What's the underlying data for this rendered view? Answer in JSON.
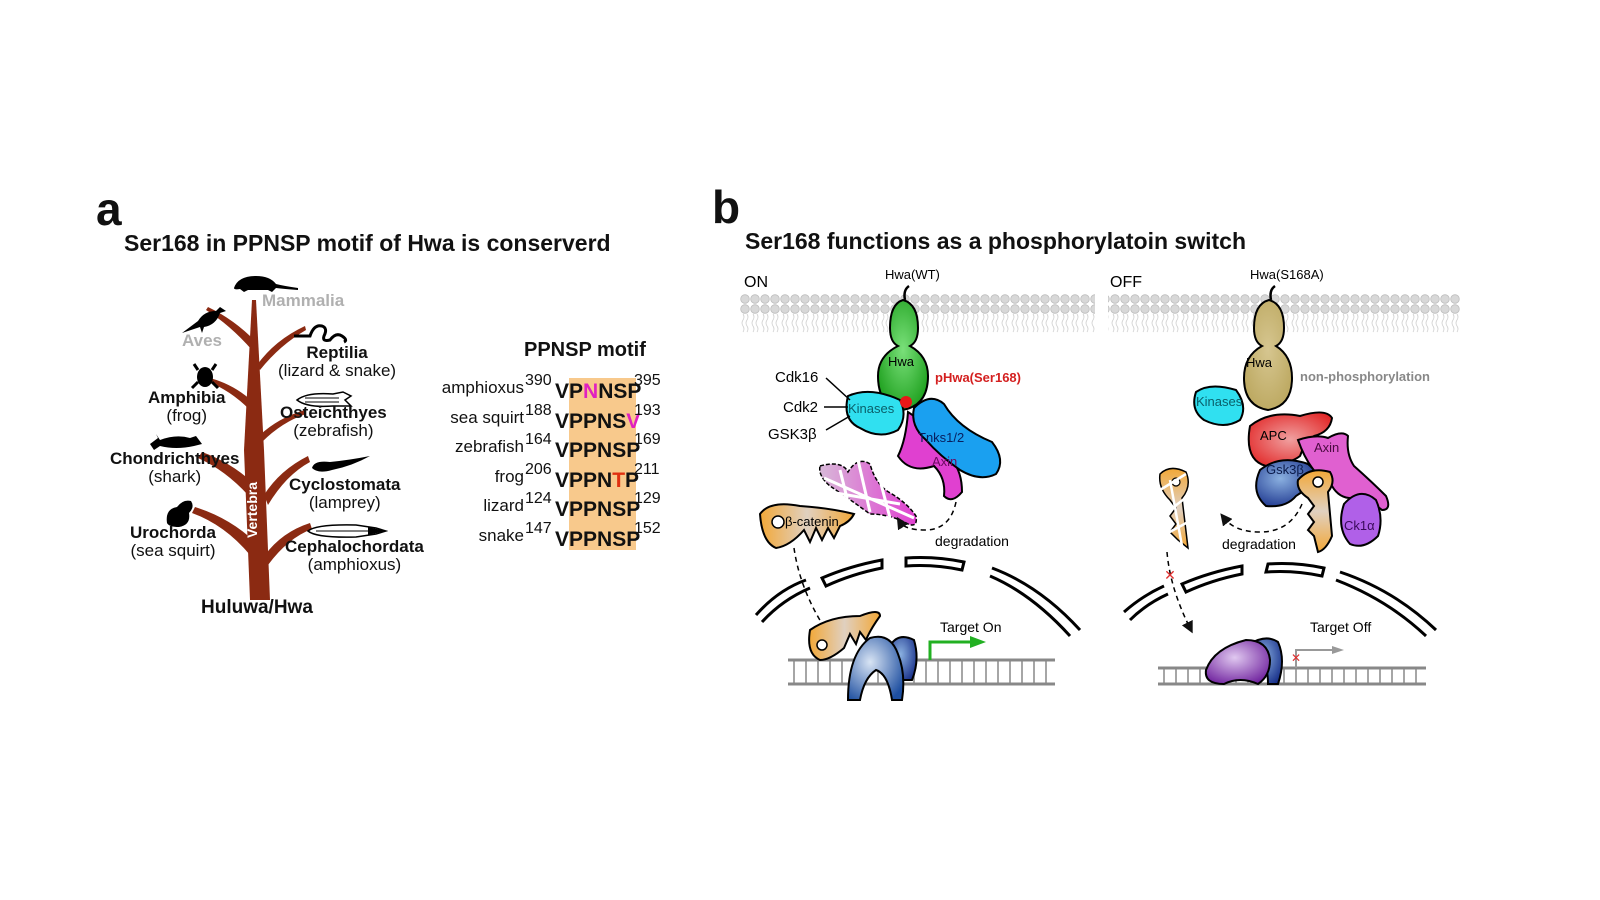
{
  "panel_a": {
    "letter": "a",
    "title": "Ser168 in PPNSP motif of Hwa is conserverd",
    "tree": {
      "trunk_label": "Vertebra",
      "root_label": "Huluwa/Hwa",
      "trunk_color": "#8b2a12",
      "taxa": [
        {
          "name": "Mammalia",
          "common": "",
          "icon": "rodent-icon",
          "greyed": true
        },
        {
          "name": "Aves",
          "common": "",
          "icon": "bird-icon",
          "greyed": true
        },
        {
          "name": "Reptilia",
          "common": "(lizard & snake)",
          "icon": "snake-icon",
          "greyed": false
        },
        {
          "name": "Amphibia",
          "common": "(frog)",
          "icon": "frog-icon",
          "greyed": false
        },
        {
          "name": "Osteichthyes",
          "common": "(zebrafish)",
          "icon": "zebrafish-icon",
          "greyed": false
        },
        {
          "name": "Chondrichthyes",
          "common": "(shark)",
          "icon": "shark-icon",
          "greyed": false
        },
        {
          "name": "Cyclostomata",
          "common": "(lamprey)",
          "icon": "lamprey-icon",
          "greyed": false
        },
        {
          "name": "Urochorda",
          "common": "(sea squirt)",
          "icon": "sea-squirt-icon",
          "greyed": false
        },
        {
          "name": "Cephalochordata",
          "common": "(amphioxus)",
          "icon": "amphioxus-icon",
          "greyed": false
        }
      ]
    },
    "motif": {
      "title": "PPNSP motif",
      "highlight_color": "#f8c98c",
      "rows": [
        {
          "species": "amphioxus",
          "start": "390",
          "end": "395",
          "seq": [
            "V",
            "P",
            "N",
            "N",
            "S",
            "P"
          ],
          "variant_index": 2,
          "variant_color": "#e020c0"
        },
        {
          "species": "sea squirt",
          "start": "188",
          "end": "193",
          "seq": [
            "V",
            "P",
            "P",
            "N",
            "S",
            "V"
          ],
          "variant_index": 5,
          "variant_color": "#e020c0"
        },
        {
          "species": "zebrafish",
          "start": "164",
          "end": "169",
          "seq": [
            "V",
            "P",
            "P",
            "N",
            "S",
            "P"
          ],
          "variant_index": -1,
          "variant_color": ""
        },
        {
          "species": "frog",
          "start": "206",
          "end": "211",
          "seq": [
            "V",
            "P",
            "P",
            "N",
            "T",
            "P"
          ],
          "variant_index": 4,
          "variant_color": "#e03010"
        },
        {
          "species": "lizard",
          "start": "124",
          "end": "129",
          "seq": [
            "V",
            "P",
            "P",
            "N",
            "S",
            "P"
          ],
          "variant_index": -1,
          "variant_color": ""
        },
        {
          "species": "snake",
          "start": "147",
          "end": "152",
          "seq": [
            "V",
            "P",
            "P",
            "N",
            "S",
            "P"
          ],
          "variant_index": -1,
          "variant_color": ""
        }
      ]
    }
  },
  "panel_b": {
    "letter": "b",
    "title": "Ser168 functions as a phosphorylatoin switch",
    "on": {
      "state": "ON",
      "protein": "Hwa(WT)",
      "hwa_label": "Hwa",
      "hwa_color": "#22b022",
      "phospho_label": "pHwa(Ser168)",
      "phospho_color": "#d42020",
      "kinase_list": [
        "Cdk16",
        "Cdk2",
        "GSK3β"
      ],
      "kinases_label": "Kinases",
      "tnks_label": "Tnks1/2",
      "axin_label": "Axin",
      "catenin_label": "β-catenin",
      "degradation_label": "degradation",
      "target_label": "Target On"
    },
    "off": {
      "state": "OFF",
      "protein": "Hwa(S168A)",
      "hwa_label": "Hwa",
      "hwa_color": "#c4b070",
      "status_label": "non-phosphorylation",
      "kinases_label": "Kinases",
      "apc_label": "APC",
      "axin_label": "Axin",
      "gsk_label": "Gsk3β",
      "ck_label": "Ck1α",
      "degradation_label": "degradation",
      "target_label": "Target Off"
    }
  }
}
